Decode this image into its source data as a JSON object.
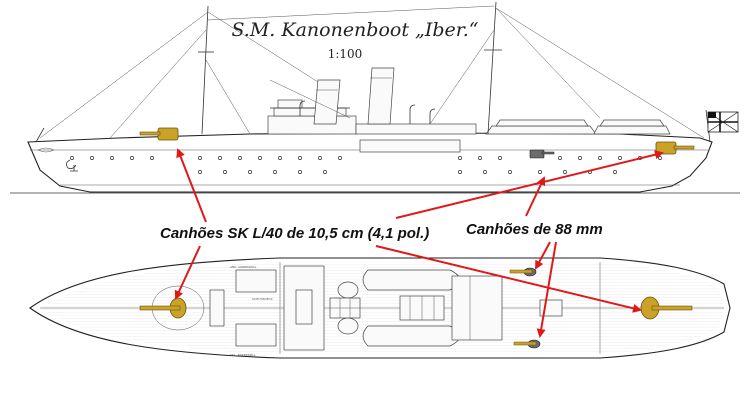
{
  "title": "S.M. Kanonenboot „Iber.“",
  "scale": "1:100",
  "labels": {
    "main_guns": "Canhões SK L/40 de 10,5 cm (4,1 pol.)",
    "secondary_guns": "Canhões de 88 mm"
  },
  "colors": {
    "gun": "#c9a227",
    "arrow": "#e01818",
    "line": "#333333",
    "background": "#ffffff"
  }
}
